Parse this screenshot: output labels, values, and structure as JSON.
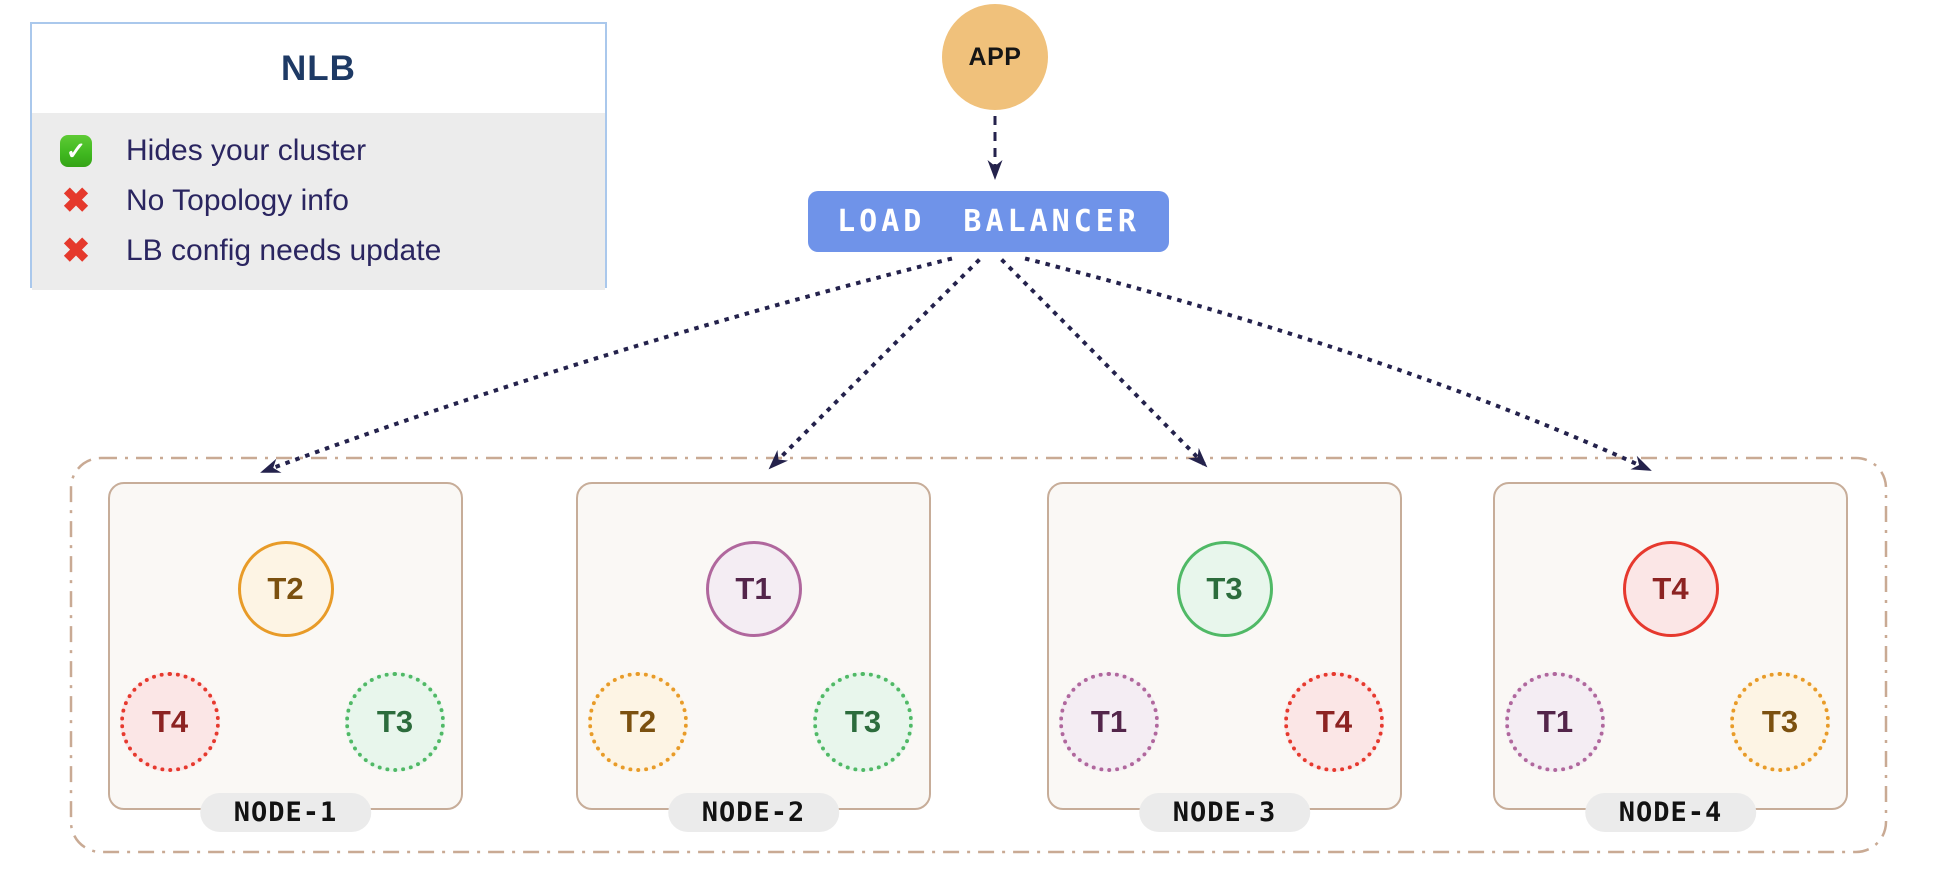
{
  "legend": {
    "title": "NLB",
    "items": [
      {
        "icon": "check",
        "label": "Hides your cluster"
      },
      {
        "icon": "cross",
        "label": "No Topology info"
      },
      {
        "icon": "cross",
        "label": "LB config needs update"
      }
    ]
  },
  "app": {
    "label": "APP"
  },
  "load_balancer": {
    "label": "LOAD BALANCER"
  },
  "cluster": {
    "nodes": [
      {
        "name": "NODE-1",
        "primary": {
          "label": "T2",
          "color": "orange"
        },
        "replicas": [
          {
            "label": "T4",
            "color": "red"
          },
          {
            "label": "T3",
            "color": "green"
          }
        ]
      },
      {
        "name": "NODE-2",
        "primary": {
          "label": "T1",
          "color": "purple"
        },
        "replicas": [
          {
            "label": "T2",
            "color": "orange"
          },
          {
            "label": "T3",
            "color": "green"
          }
        ]
      },
      {
        "name": "NODE-3",
        "primary": {
          "label": "T3",
          "color": "green"
        },
        "replicas": [
          {
            "label": "T1",
            "color": "purple"
          },
          {
            "label": "T4",
            "color": "red"
          }
        ]
      },
      {
        "name": "NODE-4",
        "primary": {
          "label": "T4",
          "color": "red"
        },
        "replicas": [
          {
            "label": "T1",
            "color": "purple"
          },
          {
            "label": "T3",
            "color": "orange"
          }
        ]
      }
    ]
  },
  "icons": {
    "check": "✓",
    "cross": "✖"
  },
  "colors": {
    "legend-border": "#aac8ec",
    "legend-title": "#1e3a65",
    "legend-text": "#2a2560",
    "legend-body": "#ececec",
    "check-green": "#3fb71f",
    "cross-red": "#e5392c",
    "app-fill": "#f0c17b",
    "lb-fill": "#6f93e9",
    "arrow": "#24224c",
    "cluster-border": "#c9aa94",
    "node-border": "#c7ad99",
    "node-fill": "#faf8f5",
    "pill-bg": "#ebebeb",
    "orange": "#e89b28",
    "orange-bg": "#fdf4e4",
    "orange-text": "#7b500f",
    "red": "#e6392e",
    "red-bg": "#fbe6e6",
    "red-text": "#8c2322",
    "green": "#50b966",
    "green-bg": "#e8f6ec",
    "green-text": "#2c6c3c",
    "purple": "#b0679d",
    "purple-bg": "#f4edf3",
    "purple-text": "#53254a"
  }
}
